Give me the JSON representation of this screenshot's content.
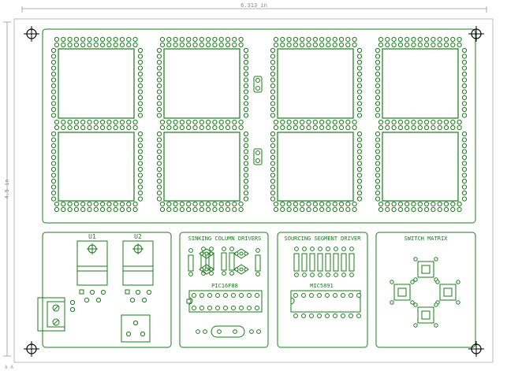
{
  "dimensions": {
    "width_label": "6.313 in",
    "height_label": "4.5 in"
  },
  "colors": {
    "trace": "#1a7a1a",
    "dimension": "#999999",
    "background": "#ffffff"
  },
  "digits": {
    "count": 4,
    "colon_indicators": 2
  },
  "sections": {
    "power": {
      "regulator_1": "U1",
      "regulator_2": "U2"
    },
    "column_drivers": {
      "title": "SINKING COLUMN DRIVERS",
      "chip_label": "PIC16F88"
    },
    "segment_driver": {
      "title": "SOURCING SEGMENT DRIVER",
      "chip_label": "MIC5891"
    },
    "switch_matrix": {
      "title": "SWITCH MATRIX"
    }
  },
  "mounting_holes": 4
}
